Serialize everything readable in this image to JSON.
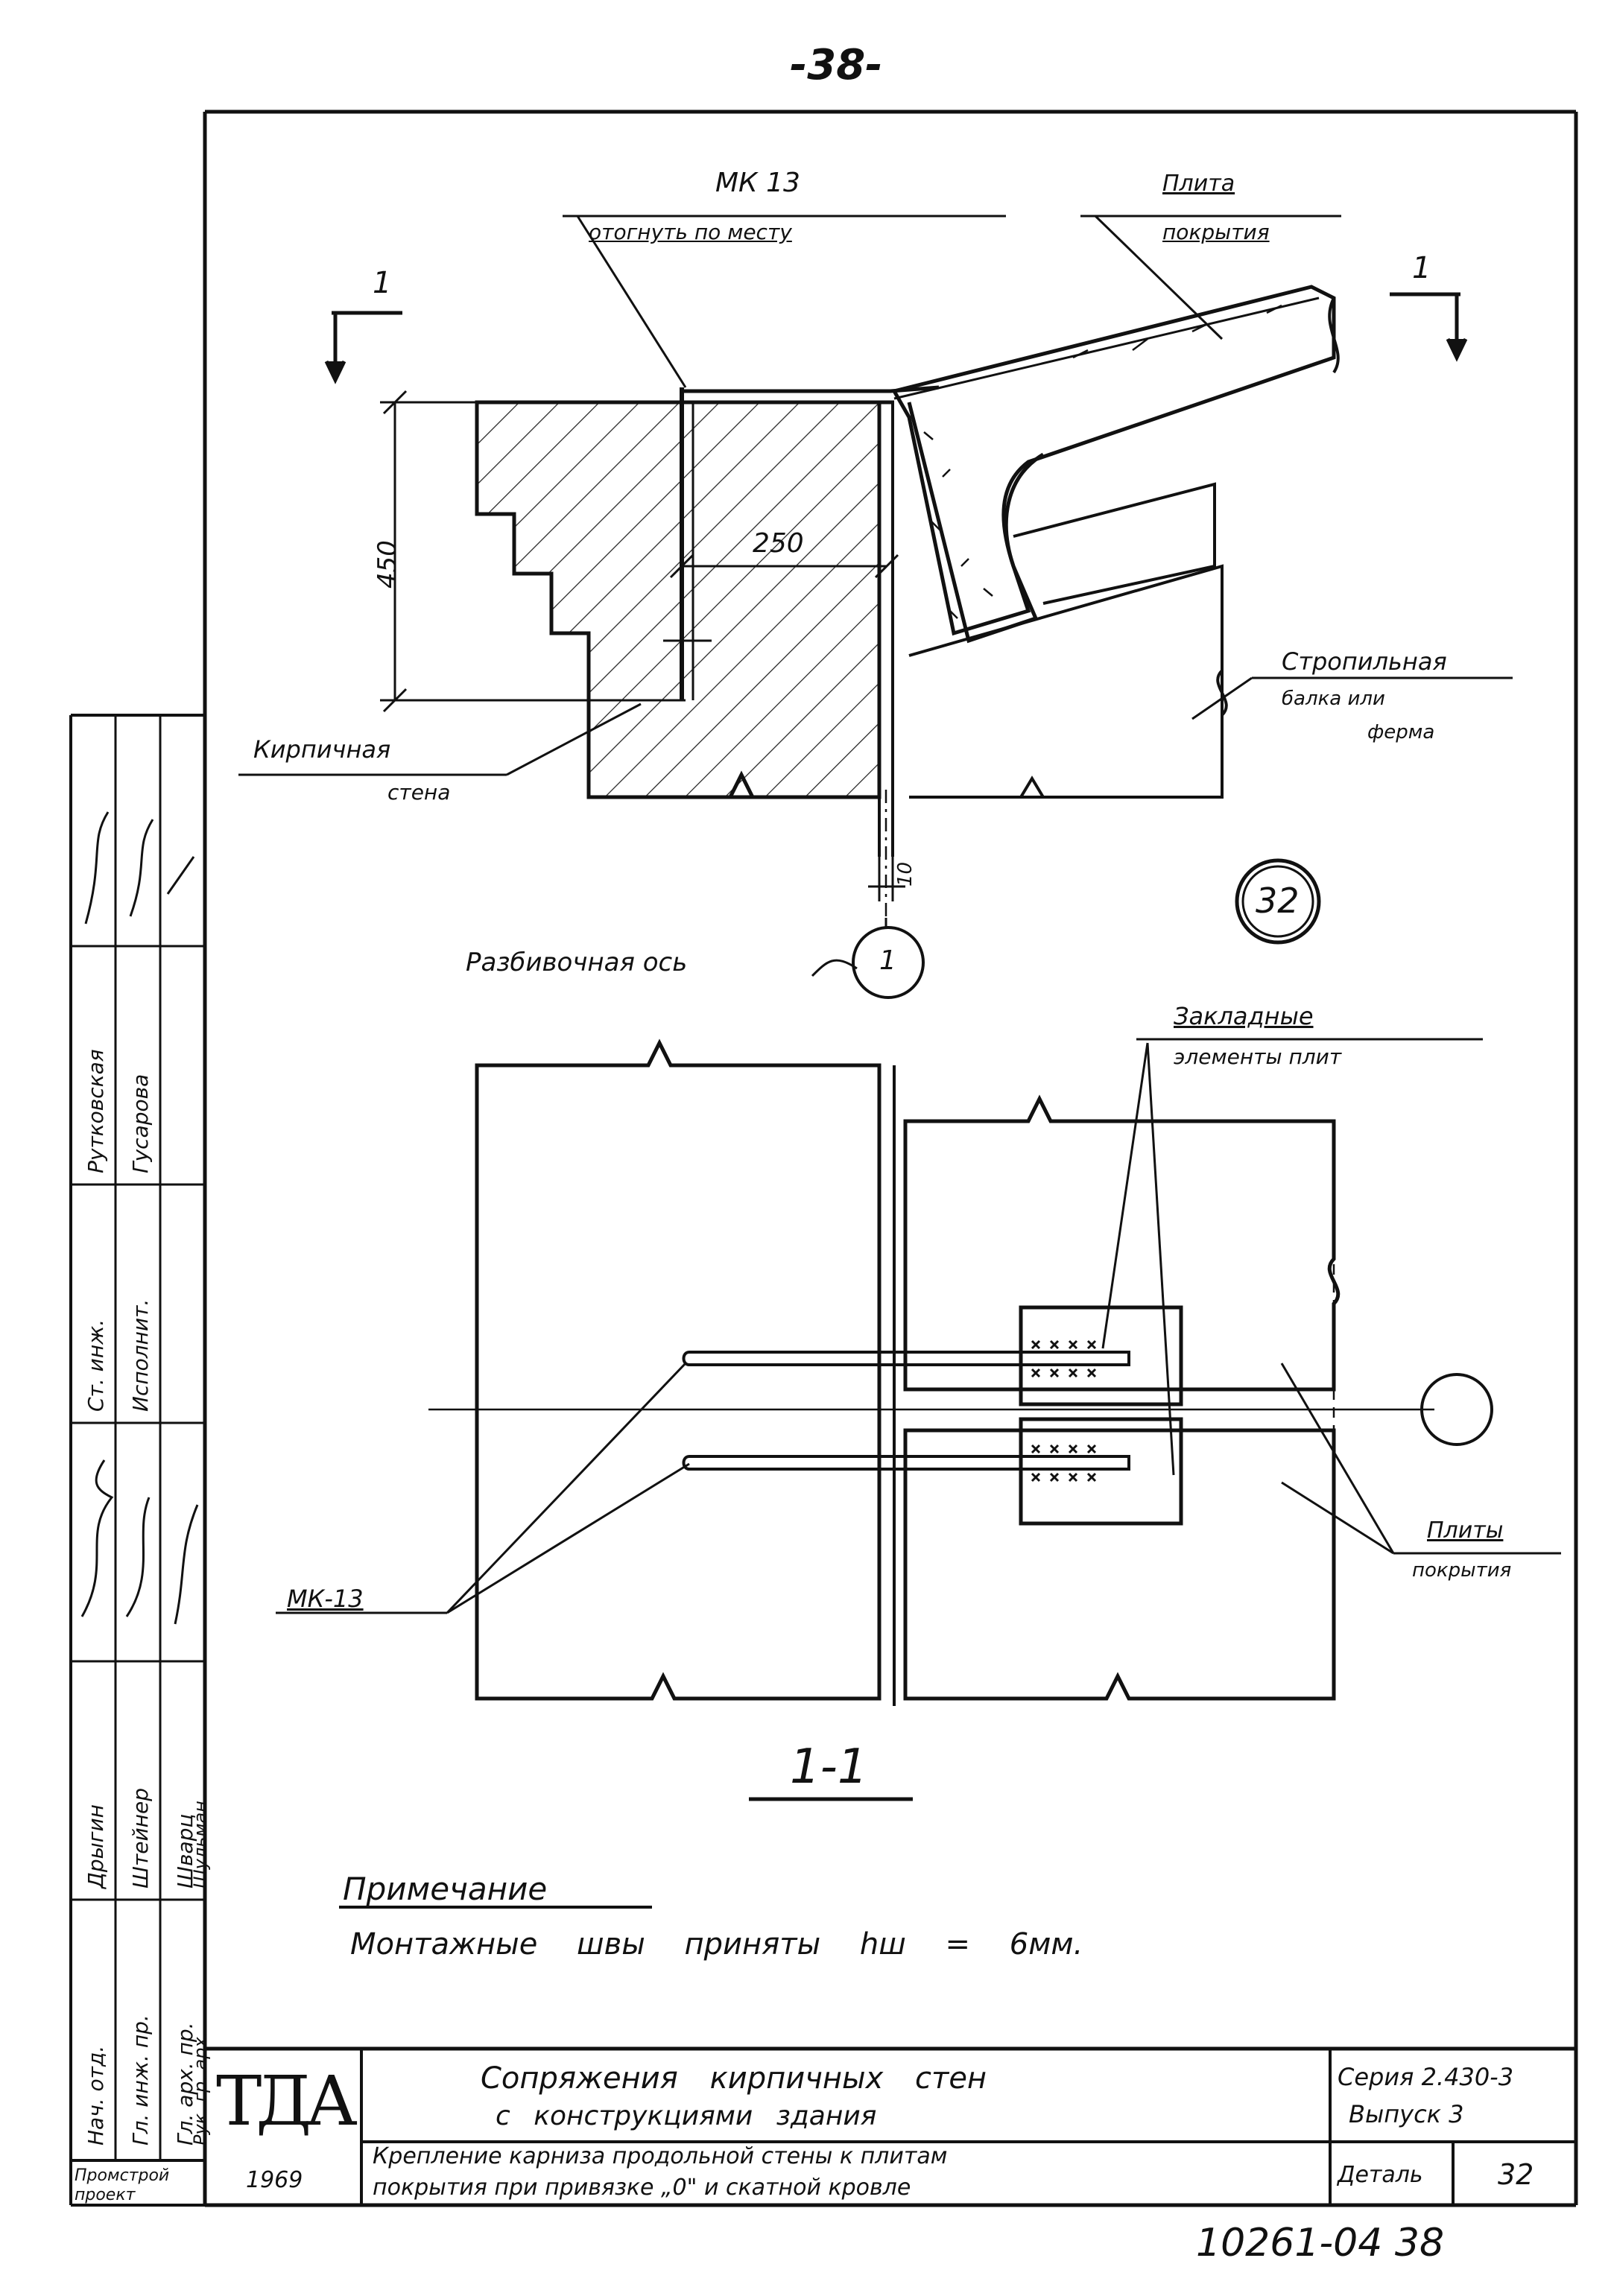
{
  "page_number": "-38-",
  "drawing": {
    "top_view": {
      "label_mk13": "МК 13",
      "label_mk13_note": "отогнуть по месту",
      "label_slab_1": "Плита",
      "label_slab_2": "покрытия",
      "section_mark_left": "1",
      "section_mark_right": "1",
      "dim_450": "450",
      "dim_250": "250",
      "dim_10": "10",
      "label_brick_wall_1": "Кирпичная",
      "label_brick_wall_2": "стена",
      "label_truss_1": "Стропильная",
      "label_truss_2": "балка или",
      "label_truss_3": "ферма",
      "detail_number": "32",
      "label_axis": "Разбивочная ось",
      "axis_mark": "1"
    },
    "section_view": {
      "label_embedded_1": "Закладные",
      "label_embedded_2": "элементы плит",
      "label_mk13": "МК-13",
      "label_slabs_1": "Плиты",
      "label_slabs_2": "покрытия",
      "section_title": "1-1"
    }
  },
  "note": {
    "heading": "Примечание",
    "text": "Монтажные швы приняты hш = 6мм."
  },
  "stamp": {
    "roles": [
      "Нач. отд.",
      "Гл. инж. пр.",
      "Гл. арх. пр.",
      "Рук. гр. арх."
    ],
    "names": [
      "Дрыгин",
      "Штейнер",
      "Шварц",
      "Шульман"
    ],
    "roles2": [
      "Ст. инж.",
      "Исполнит."
    ],
    "names2": [
      "Рутковская",
      "Гусарова"
    ],
    "org": "Промстрой проект",
    "logo": "ТДА",
    "year": "1969",
    "title_1": "Сопряжения кирпичных стен",
    "title_2": "с конструкциями здания",
    "subtitle_1": "Крепление карниза продольной стены к плитам",
    "subtitle_2": "покрытия при привязке „0\" и скатной кровле",
    "series_1": "Серия 2.430-3",
    "series_2": "Выпуск 3",
    "detail_label": "Деталь",
    "detail_number": "32"
  },
  "footer_code": "10261-04 38"
}
